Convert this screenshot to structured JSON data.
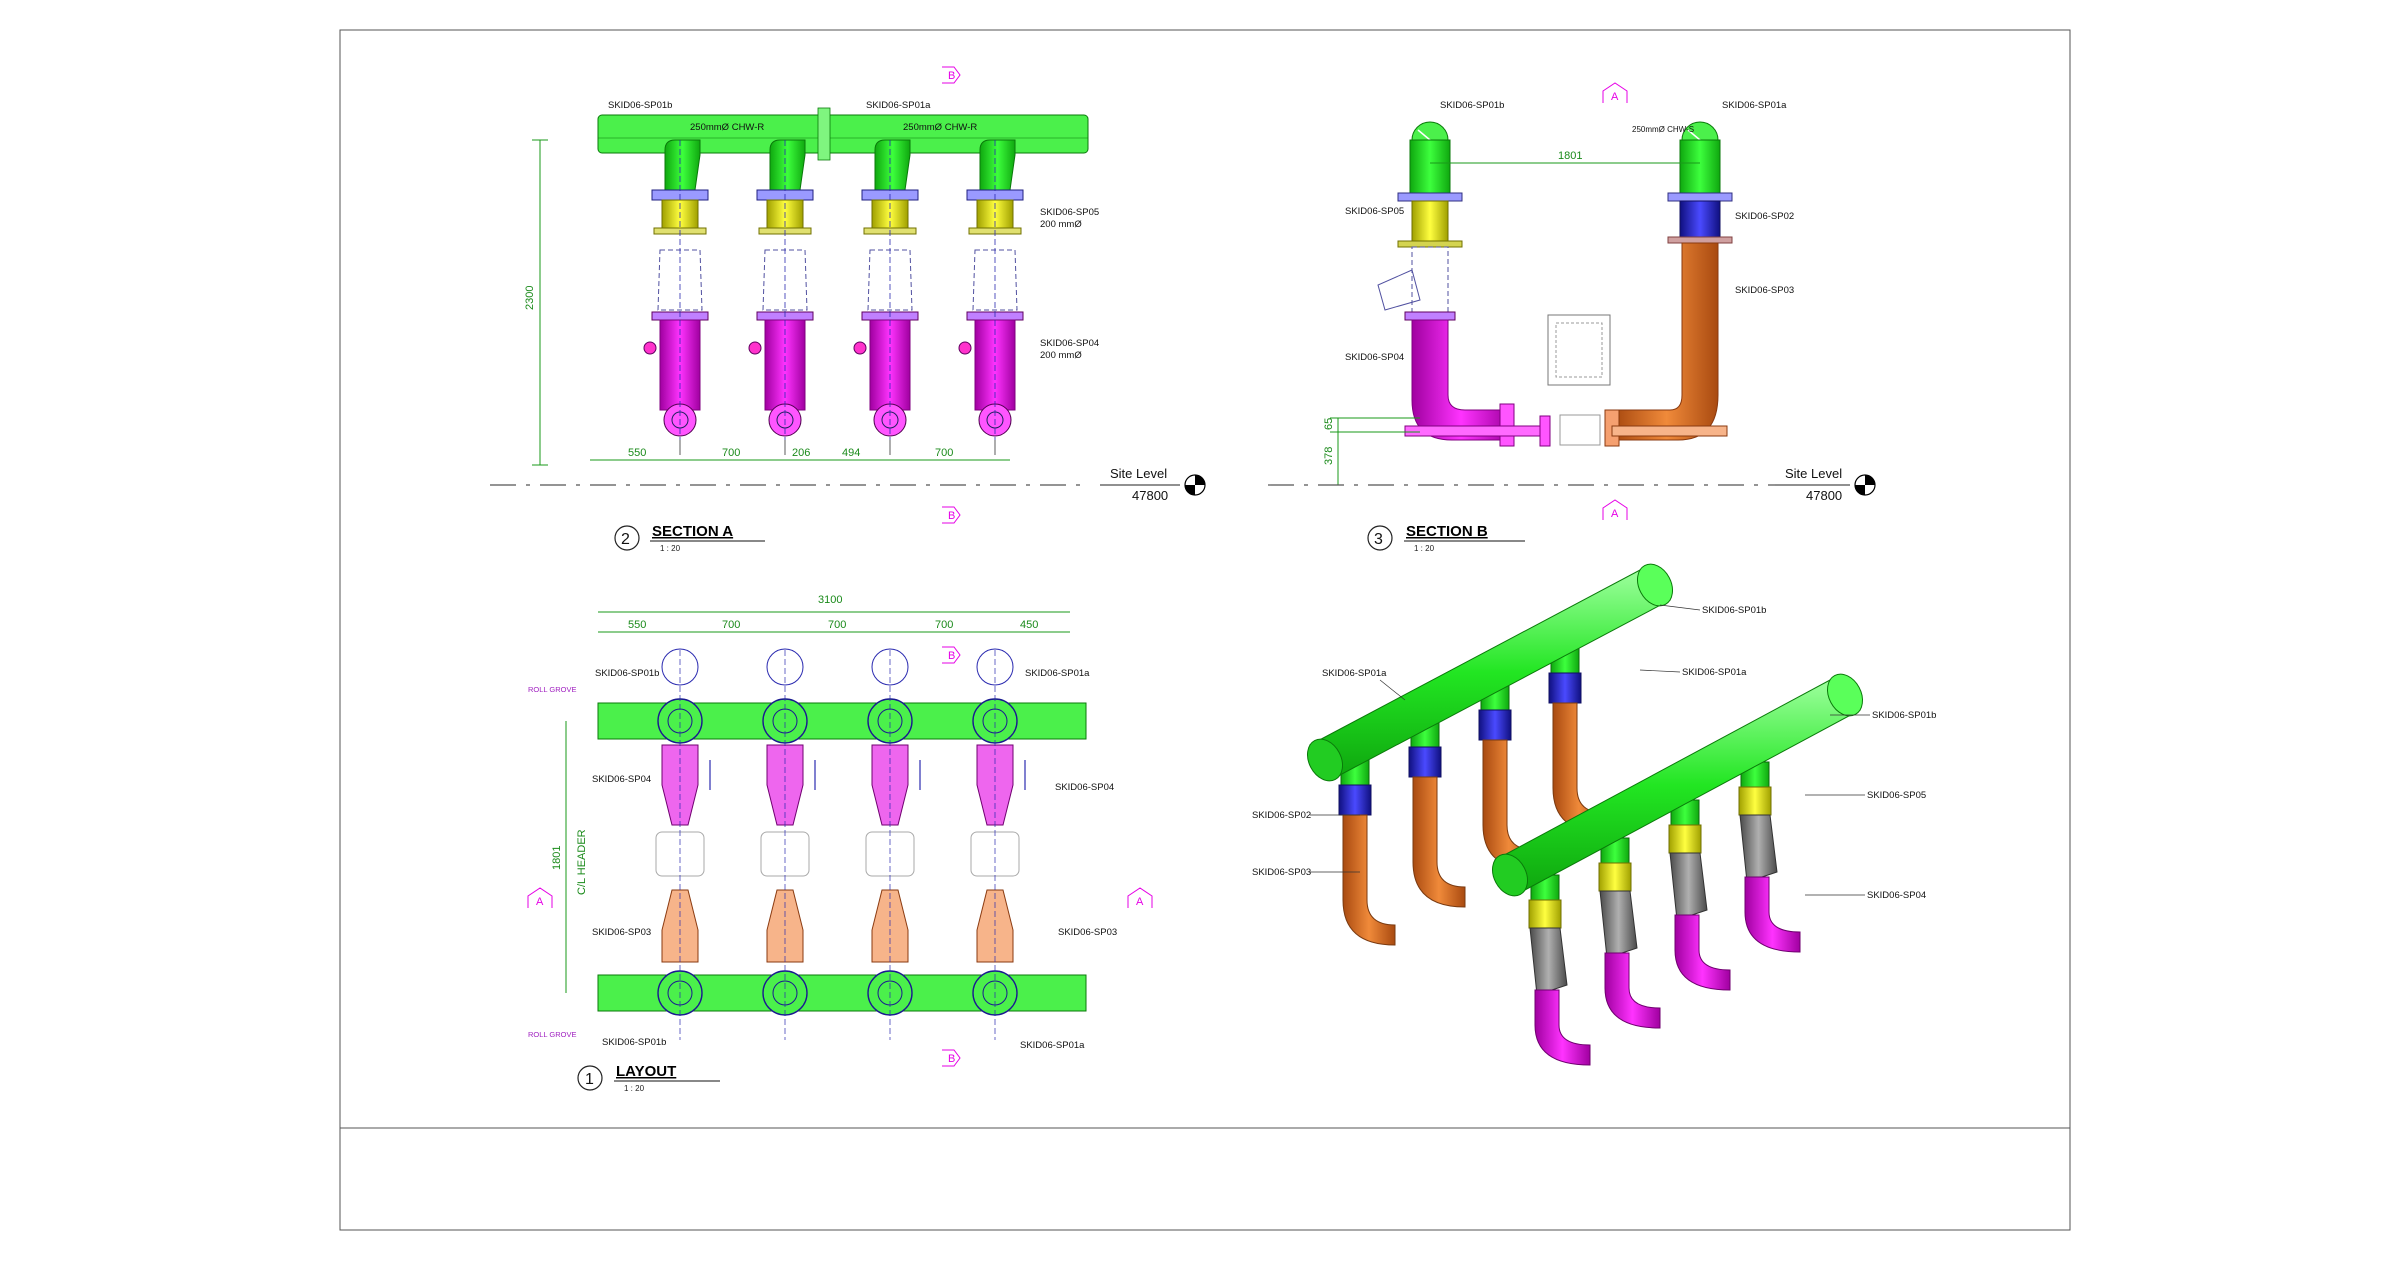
{
  "section_a": {
    "number": "2",
    "title": "SECTION A",
    "scale": "1 : 20",
    "header_tag_left": "SKID06-SP01b",
    "header_tag_right": "SKID06-SP01a",
    "pipe_label_left": "250mmØ CHW-R",
    "pipe_label_right": "250mmØ CHW-R",
    "sp05_tag": "SKID06-SP05",
    "sp05_size": "200 mmØ",
    "sp04_tag": "SKID06-SP04",
    "sp04_size": "200 mmØ",
    "height_dim": "2300",
    "dims": [
      "550",
      "700",
      "206",
      "494",
      "700"
    ],
    "site_level_label": "Site Level",
    "site_level_value": "47800",
    "section_mark": "B"
  },
  "section_b": {
    "number": "3",
    "title": "SECTION B",
    "scale": "1 : 20",
    "tag_sp01b": "SKID06-SP01b",
    "tag_sp01a": "SKID06-SP01a",
    "pipe_label": "250mmØ CHW-S",
    "tag_sp05": "SKID06-SP05",
    "tag_sp02": "SKID06-SP02",
    "tag_sp03": "SKID06-SP03",
    "tag_sp04": "SKID06-SP04",
    "span_dim": "1801",
    "dim_65": "65",
    "dim_378": "378",
    "site_level_label": "Site Level",
    "site_level_value": "47800",
    "section_mark": "A"
  },
  "layout": {
    "number": "1",
    "title": "LAYOUT",
    "scale": "1 : 20",
    "overall_dim": "3100",
    "dims": [
      "550",
      "700",
      "700",
      "700",
      "450"
    ],
    "side_dim": "1801",
    "centerline": "C/L HEADER",
    "roll_grove_top": "ROLL GROVE",
    "roll_grove_bottom": "ROLL GROVE",
    "tag_tl": "SKID06-SP01b",
    "tag_tr": "SKID06-SP01a",
    "tag_sp04_left": "SKID06-SP04",
    "tag_sp04_right": "SKID06-SP04",
    "tag_sp03_left": "SKID06-SP03",
    "tag_sp03_right": "SKID06-SP03",
    "tag_bl": "SKID06-SP01b",
    "tag_br": "SKID06-SP01a",
    "mark_b": "B",
    "mark_a": "A"
  },
  "iso": {
    "tag_sp01b_top": "SKID06-SP01b",
    "tag_sp01a_left": "SKID06-SP01a",
    "tag_sp01a_mid": "SKID06-SP01a",
    "tag_sp01b_right": "SKID06-SP01b",
    "tag_sp05": "SKID06-SP05",
    "tag_sp02": "SKID06-SP02",
    "tag_sp03": "SKID06-SP03",
    "tag_sp04": "SKID06-SP04"
  },
  "colors": {
    "header_green": "#33ee33",
    "flange_yellow": "#f2f25a",
    "strainer_magenta": "#ee55ee",
    "return_orange": "#f7b48a",
    "blue_coupling": "#3a3ac8",
    "grey_valve": "#8a8a8a",
    "dimension_green": "#1a8a1a",
    "section_mark_magenta": "#e600e6"
  }
}
